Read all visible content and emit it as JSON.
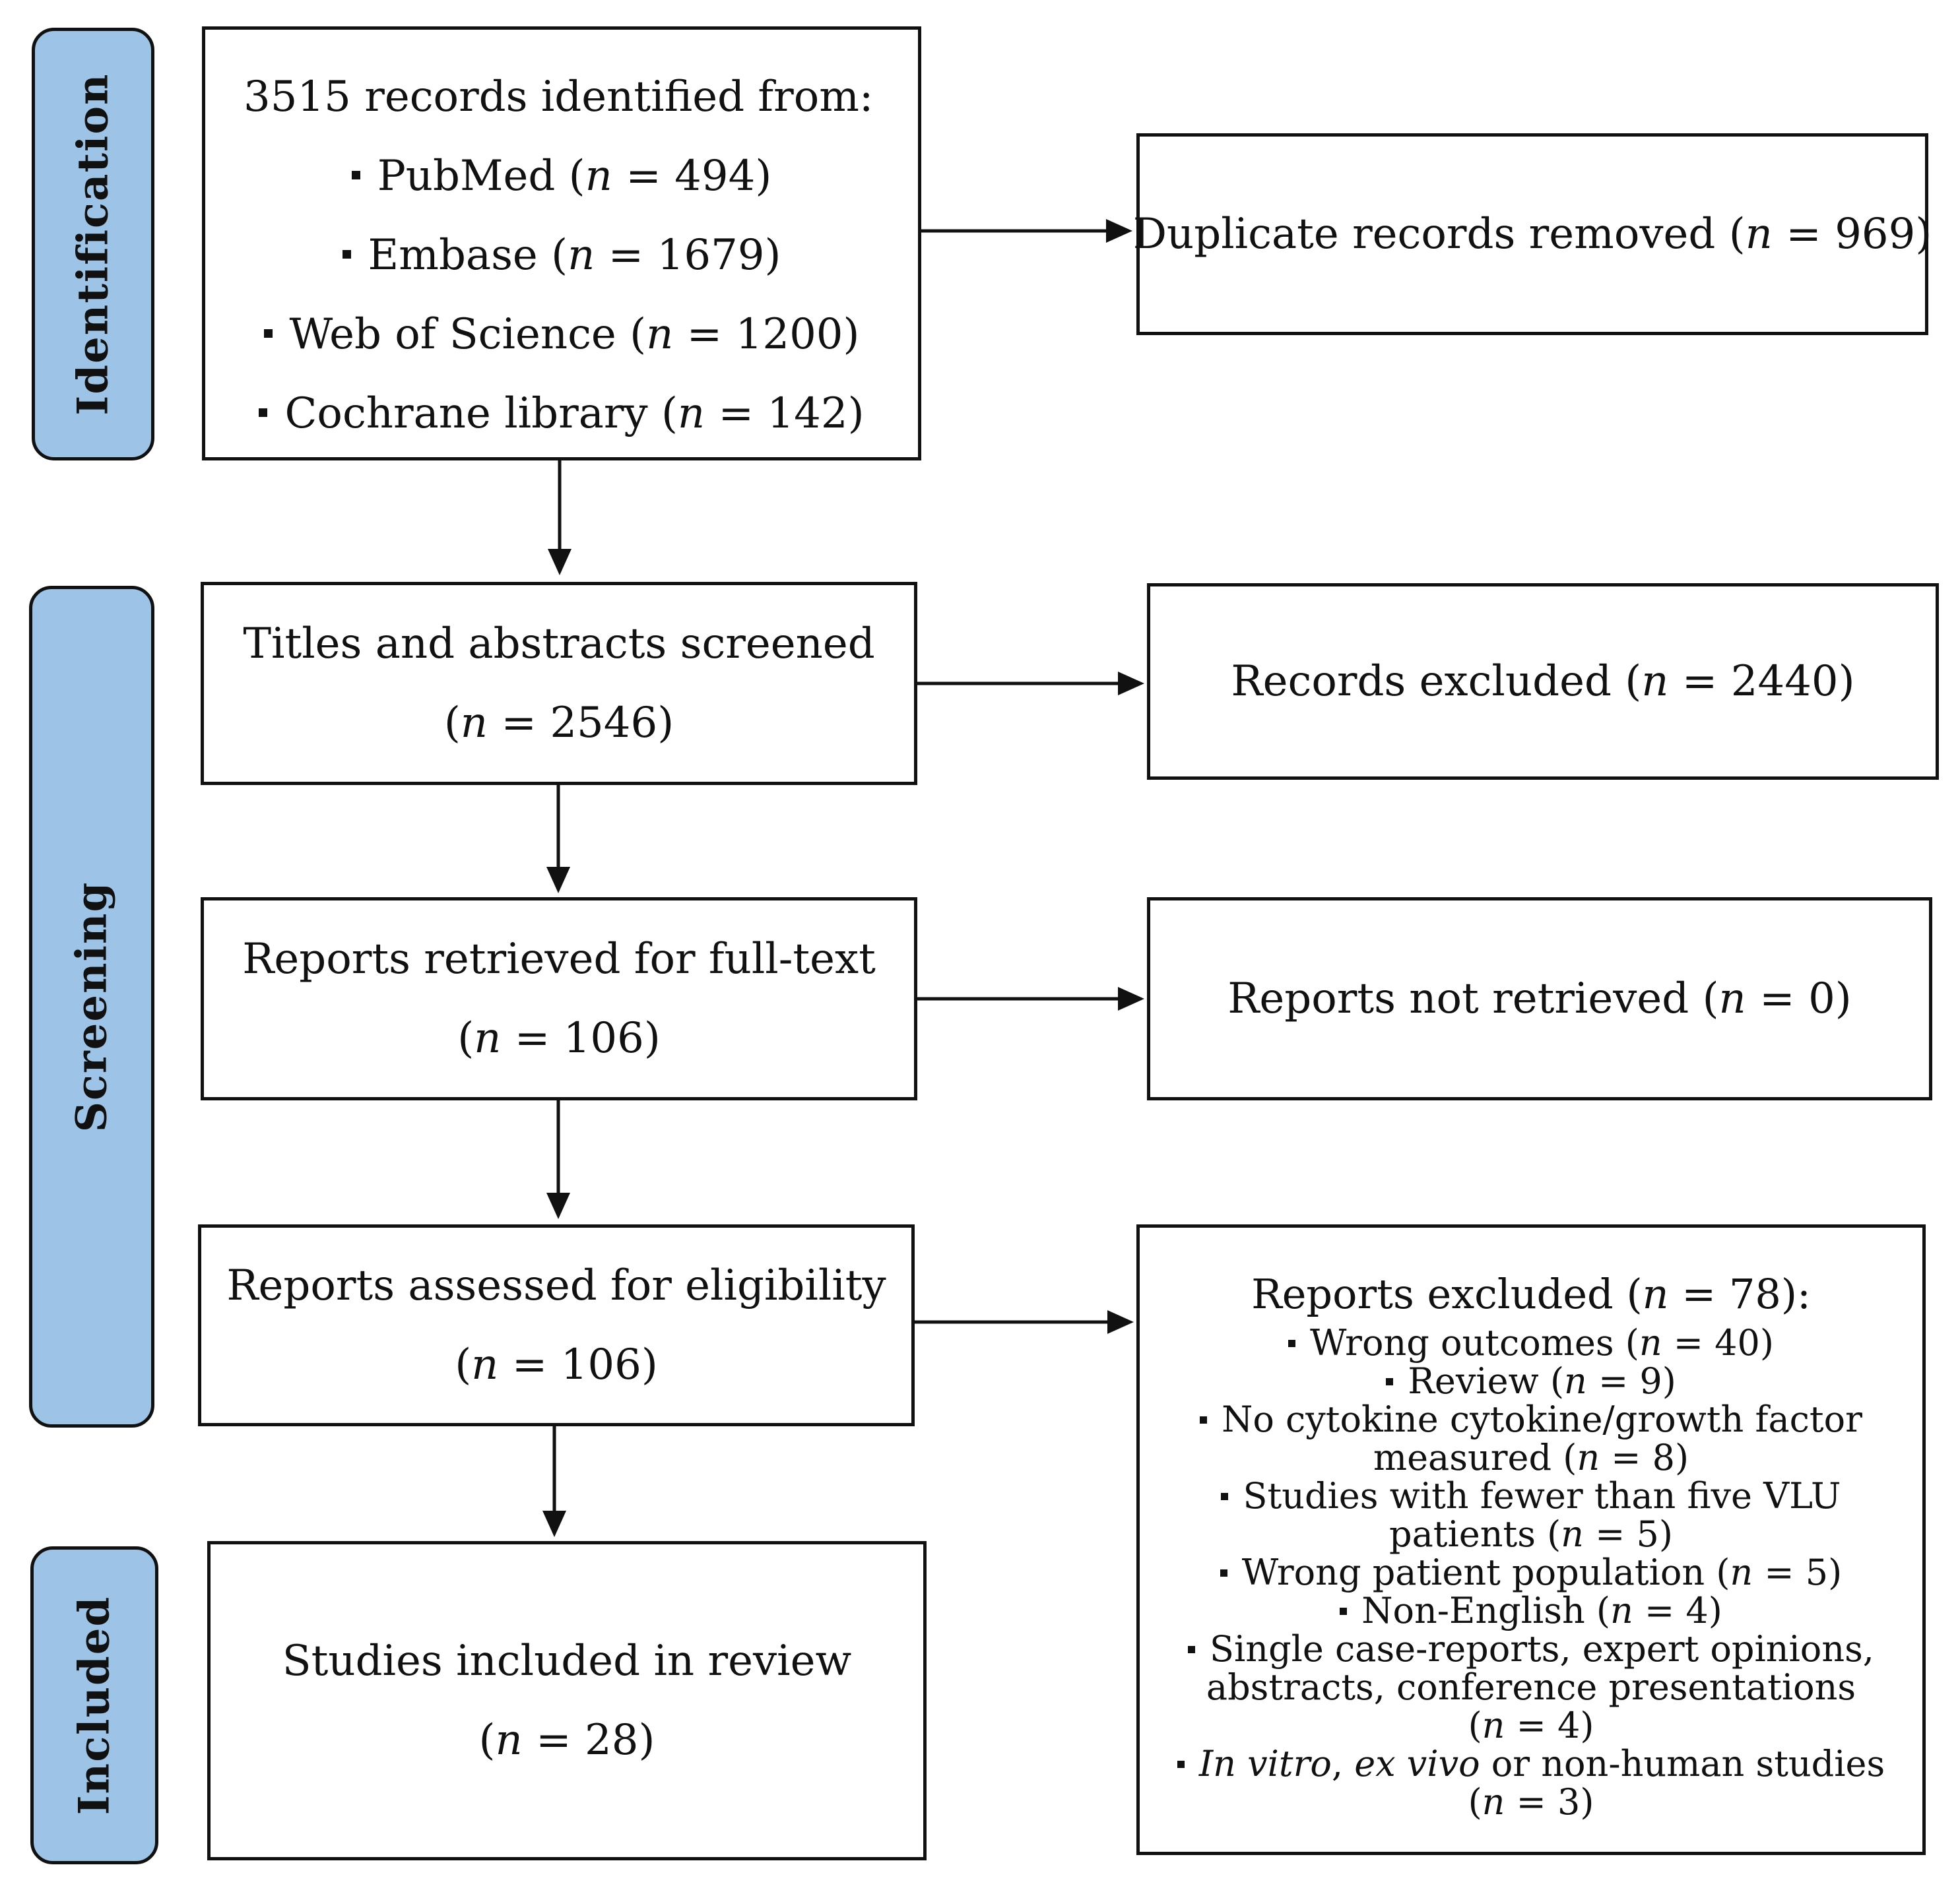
{
  "stages": {
    "identification": "Identification",
    "screening": "Screening",
    "included": "Included"
  },
  "identification": {
    "heading": "3515 records identified from:",
    "sources": [
      "PubMed (n = 494)",
      "Embase (n = 1679)",
      "Web of Science (n = 1200)",
      "Cochrane library (n = 142)"
    ],
    "duplicates": "Duplicate records removed (n = 969)"
  },
  "screening": {
    "screened_title": "Titles and abstracts screened",
    "screened_count": "(n = 2546)",
    "excluded": "Records excluded (n = 2440)",
    "retrieved_title": "Reports retrieved for full-text",
    "retrieved_count": "(n = 106)",
    "not_retrieved": "Reports not retrieved (n = 0)",
    "assessed_title": "Reports assessed for eligibility",
    "assessed_count": "(n = 106)"
  },
  "reports_excluded": {
    "title": "Reports excluded (n = 78):",
    "items": [
      [
        "Wrong outcomes (n = 40)"
      ],
      [
        "Review (n = 9)"
      ],
      [
        "No cytokine cytokine/growth factor",
        "measured (n = 8)"
      ],
      [
        "Studies with fewer than five VLU",
        "patients (n = 5)"
      ],
      [
        "Wrong patient population (n = 5)"
      ],
      [
        "Non-English (n = 4)"
      ],
      [
        "Single case-reports, expert opinions,",
        "abstracts, conference presentations",
        "(n = 4)"
      ],
      [
        "In vitro, ex vivo or non-human studies",
        "(n = 3)"
      ]
    ]
  },
  "included": {
    "title": "Studies included in review",
    "count": "(n = 28)"
  }
}
